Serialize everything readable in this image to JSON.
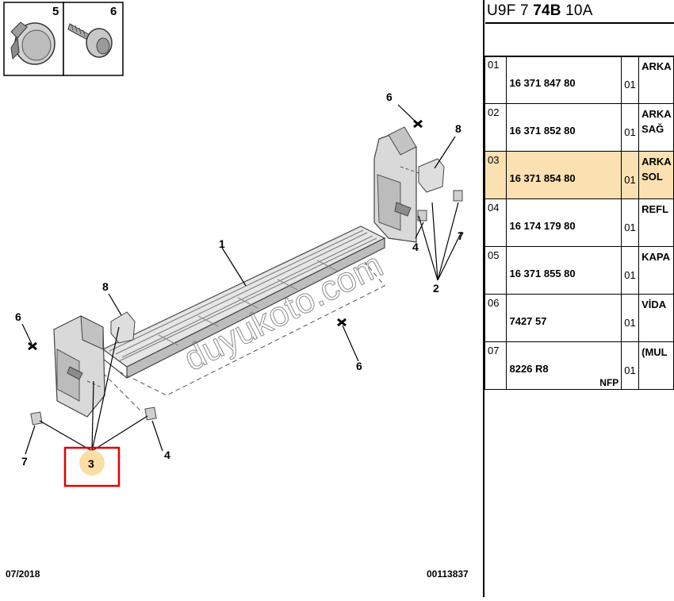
{
  "header": {
    "ref_prefix": "U9F 7 ",
    "ref_bold": "74B",
    "ref_suffix": " 10A"
  },
  "parts": [
    {
      "pos": "01",
      "ref": "16 371 847 80",
      "qty": "01",
      "desc": [
        "ARKA"
      ],
      "note": "",
      "highlight": false
    },
    {
      "pos": "02",
      "ref": "16 371 852 80",
      "qty": "01",
      "desc": [
        "ARKA",
        "SAĞ"
      ],
      "note": "",
      "highlight": false
    },
    {
      "pos": "03",
      "ref": "16 371 854 80",
      "qty": "01",
      "desc": [
        "ARKA",
        "SOL"
      ],
      "note": "",
      "highlight": true
    },
    {
      "pos": "04",
      "ref": "16 174 179 80",
      "qty": "01",
      "desc": [
        "REFL"
      ],
      "note": "",
      "highlight": false
    },
    {
      "pos": "05",
      "ref": "16 371 855 80",
      "qty": "01",
      "desc": [
        "KAPA"
      ],
      "note": "",
      "highlight": false
    },
    {
      "pos": "06",
      "ref": "7427 57",
      "qty": "01",
      "desc": [
        "VİDA"
      ],
      "note": "",
      "highlight": false
    },
    {
      "pos": "07",
      "ref": "8226 R8",
      "qty": "01",
      "desc": [
        "(MUL"
      ],
      "note": "NFP",
      "highlight": false
    }
  ],
  "diagram": {
    "callouts": {
      "c1": "1",
      "c2": "2",
      "c3": "3",
      "c4a": "4",
      "c4b": "4",
      "c5": "5",
      "c6a": "6",
      "c6b": "6",
      "c6c": "6",
      "c6d": "6",
      "c7a": "7",
      "c7b": "7",
      "c8a": "8",
      "c8b": "8"
    },
    "watermark": "duyukoto.com",
    "highlight_color": "#e00000",
    "highlight_fill": "#fbd99c"
  },
  "footer": {
    "date": "07/2018",
    "code": "00113837"
  }
}
